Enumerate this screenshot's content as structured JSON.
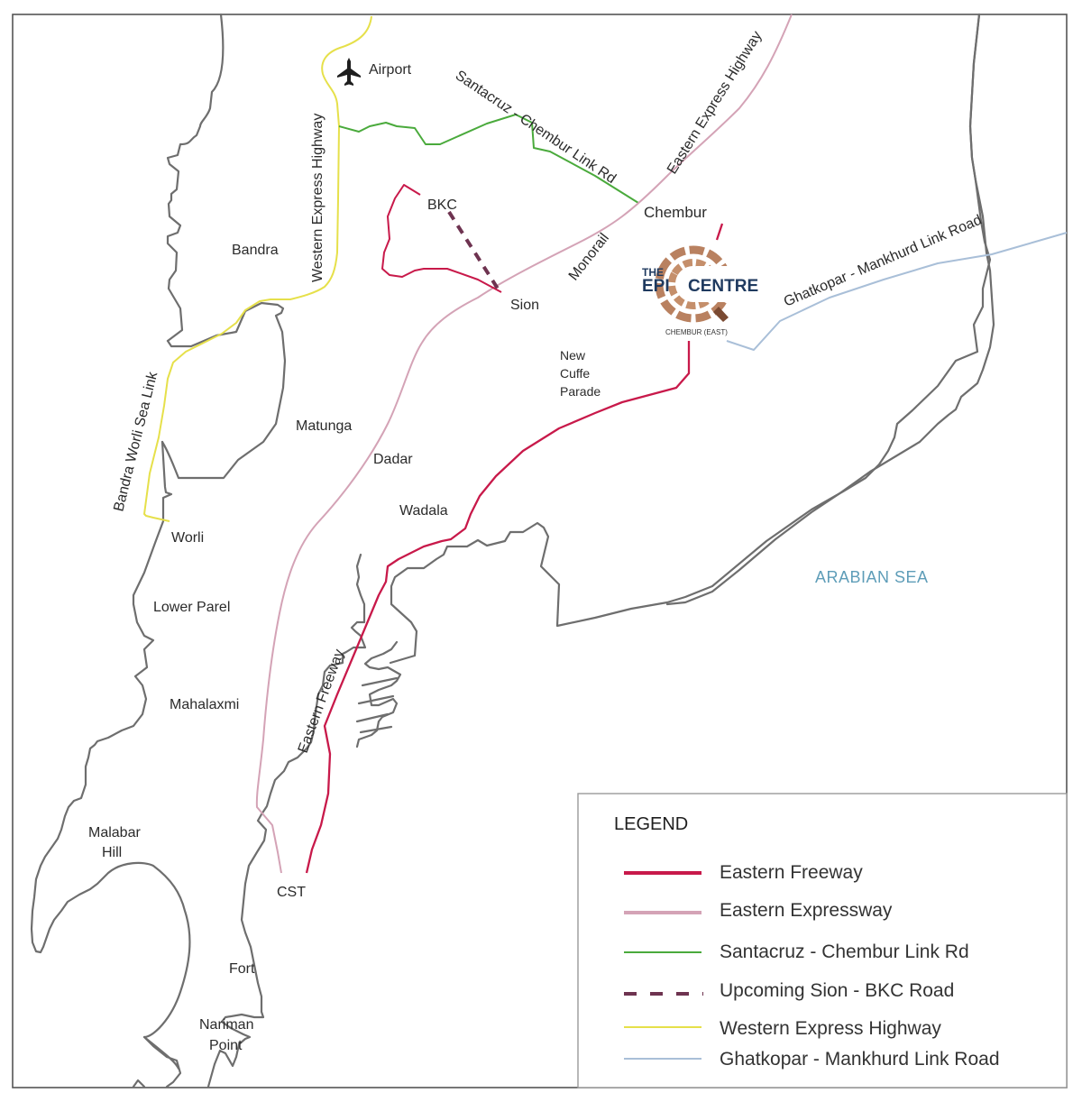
{
  "map": {
    "colors": {
      "eastern_freeway": "#c8194a",
      "eastern_expressway": "#d4a3b6",
      "santacruz_chembur": "#4aaa3c",
      "sion_bkc": "#6e3350",
      "western_express": "#e6e04a",
      "ghatkopar_mankhurd": "#a9bfd8",
      "coast": "#6e6e6e",
      "sea_label": "#5e9db8",
      "logo_navy": "#1f3a5f",
      "logo_brown": "#b57a57"
    },
    "places": {
      "airport": "Airport",
      "bandra": "Bandra",
      "bkc": "BKC",
      "sion": "Sion",
      "chembur": "Chembur",
      "new": "New",
      "cuffe": "Cuffe",
      "parade": "Parade",
      "matunga": "Matunga",
      "dadar": "Dadar",
      "wadala": "Wadala",
      "worli": "Worli",
      "lower_parel": "Lower Parel",
      "mahalaxmi": "Mahalaxmi",
      "malabar": "Malabar",
      "hill": "Hill",
      "cst": "CST",
      "fort": "Fort",
      "nariman": "Nariman",
      "point": "Point"
    },
    "road_labels": {
      "western_express": "Western Express Highway",
      "santacruz_chembur": "Santacruz - Chembur Link Rd",
      "eastern_express": "Eastern Express Highway",
      "monorail": "Monorail",
      "ghatkopar_mankhurd": "Ghatkopar - Mankhurd Link Road",
      "sea_link": "Bandra Worli Sea Link",
      "eastern_freeway": "Eastern Freeway"
    },
    "sea_label": "ARABIAN SEA",
    "logo": {
      "the": "THE",
      "epi": "EPI",
      "centre": "CENTRE",
      "location": "CHEMBUR (EAST)"
    }
  },
  "legend": {
    "title": "LEGEND",
    "items": [
      {
        "label": "Eastern Freeway",
        "style": "solid-thick",
        "color": "#c8194a"
      },
      {
        "label": "Eastern Expressway",
        "style": "solid-thick",
        "color": "#d4a3b6"
      },
      {
        "label": "Santacruz - Chembur Link Rd",
        "style": "solid-thin",
        "color": "#4aaa3c"
      },
      {
        "label": "Upcoming Sion - BKC Road",
        "style": "dashed",
        "color": "#6e3350"
      },
      {
        "label": "Western Express Highway",
        "style": "solid-thin",
        "color": "#e6e04a"
      },
      {
        "label": "Ghatkopar - Mankhurd Link Road",
        "style": "solid-thin",
        "color": "#a9bfd8"
      }
    ]
  }
}
